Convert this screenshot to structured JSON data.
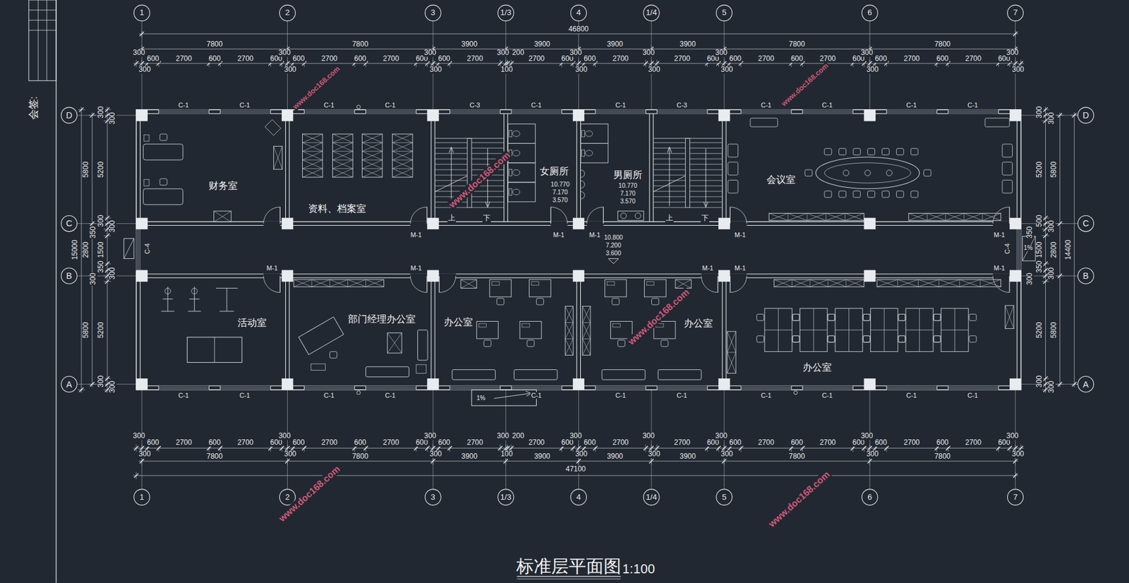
{
  "diagram": {
    "title": "标准层平面图",
    "nodes": [
      {
        "text": [
          "财务室"
        ]
      },
      {
        "text": [
          "资料、档案室"
        ]
      },
      {
        "text": [
          "女厕所"
        ]
      },
      {
        "text": [
          "男厕所"
        ]
      },
      {
        "text": [
          "会议室"
        ]
      },
      {
        "text": [
          "活动室"
        ]
      },
      {
        "text": [
          "部门经理办公室"
        ]
      },
      {
        "text": [
          "办公室"
        ]
      },
      {
        "text": [
          "办公室"
        ]
      },
      {
        "text": [
          "办公室"
        ]
      }
    ],
    "labels": [
      "1",
      "2",
      "3",
      "1/3",
      "4",
      "1/4",
      "5",
      "6",
      "7",
      "1",
      "2",
      "3",
      "1/3",
      "4",
      "1/4",
      "5",
      "6",
      "7",
      "D",
      "C",
      "B",
      "A",
      "D",
      "C",
      "B",
      "A",
      "46800",
      "7800",
      "7800",
      "3900",
      "3900",
      "3900",
      "3900",
      "7800",
      "7800",
      "300",
      "300",
      "600",
      "2700",
      "600",
      "2700",
      "600",
      "300",
      "300",
      "600",
      "2700",
      "600",
      "2700",
      "600",
      "300",
      "300",
      "600",
      "2700",
      "300",
      "100",
      "200",
      "2700",
      "600",
      "300",
      "300",
      "600",
      "2700",
      "300",
      "300",
      "2700",
      "600",
      "300",
      "300",
      "600",
      "2700",
      "600",
      "2700",
      "600",
      "300",
      "300",
      "600",
      "2700",
      "600",
      "2700",
      "600",
      "300",
      "300",
      "300",
      "300",
      "600",
      "2700",
      "600",
      "2700",
      "600",
      "300",
      "300",
      "600",
      "2700",
      "600",
      "2700",
      "600",
      "300",
      "300",
      "600",
      "2700",
      "300",
      "100",
      "200",
      "2700",
      "600",
      "300",
      "300",
      "600",
      "2700",
      "300",
      "300",
      "2700",
      "600",
      "300",
      "300",
      "600",
      "2700",
      "600",
      "2700",
      "600",
      "300",
      "300",
      "600",
      "2700",
      "600",
      "2700",
      "600",
      "300",
      "300",
      "7800",
      "7800",
      "3900",
      "3900",
      "3900",
      "3900",
      "7800",
      "7800",
      "47100",
      "15000",
      "5800",
      "2800",
      "5800",
      "300",
      "300",
      "5200",
      "300",
      "300",
      "350",
      "1500",
      "350",
      "300",
      "300",
      "5200",
      "300",
      "300",
      "14400",
      "5800",
      "2800",
      "5800",
      "300",
      "300",
      "5200",
      "500",
      "300",
      "350",
      "1500",
      "350",
      "300",
      "300",
      "5200",
      "300",
      "300",
      "C-1",
      "C-1",
      "C-1",
      "C-1",
      "C-3",
      "C-1",
      "C-1",
      "C-3",
      "C-1",
      "C-1",
      "C-1",
      "C-1",
      "C-1",
      "C-1",
      "C-1",
      "C-1",
      "C-1",
      "C-1",
      "C-1",
      "C-1",
      "C-1",
      "C-1",
      "C-1",
      "C-4",
      "C-4",
      "M-1",
      "M-1",
      "M-1",
      "M-1",
      "M-1",
      "M-1",
      "M-1",
      "M-1",
      "M-1",
      "M-1",
      "10.770",
      "7.170",
      "3.570",
      "10.770",
      "7.170",
      "3.570",
      "10.800",
      "7.200",
      "3.600",
      "上",
      "下",
      "上",
      "下",
      "1%",
      "1%",
      "www.doc168.com",
      "www.doc168.com",
      "www.doc168.com",
      "www.doc168.com",
      "www.doc168.com",
      "www.doc168.com",
      "会签:",
      "1:100"
    ]
  }
}
